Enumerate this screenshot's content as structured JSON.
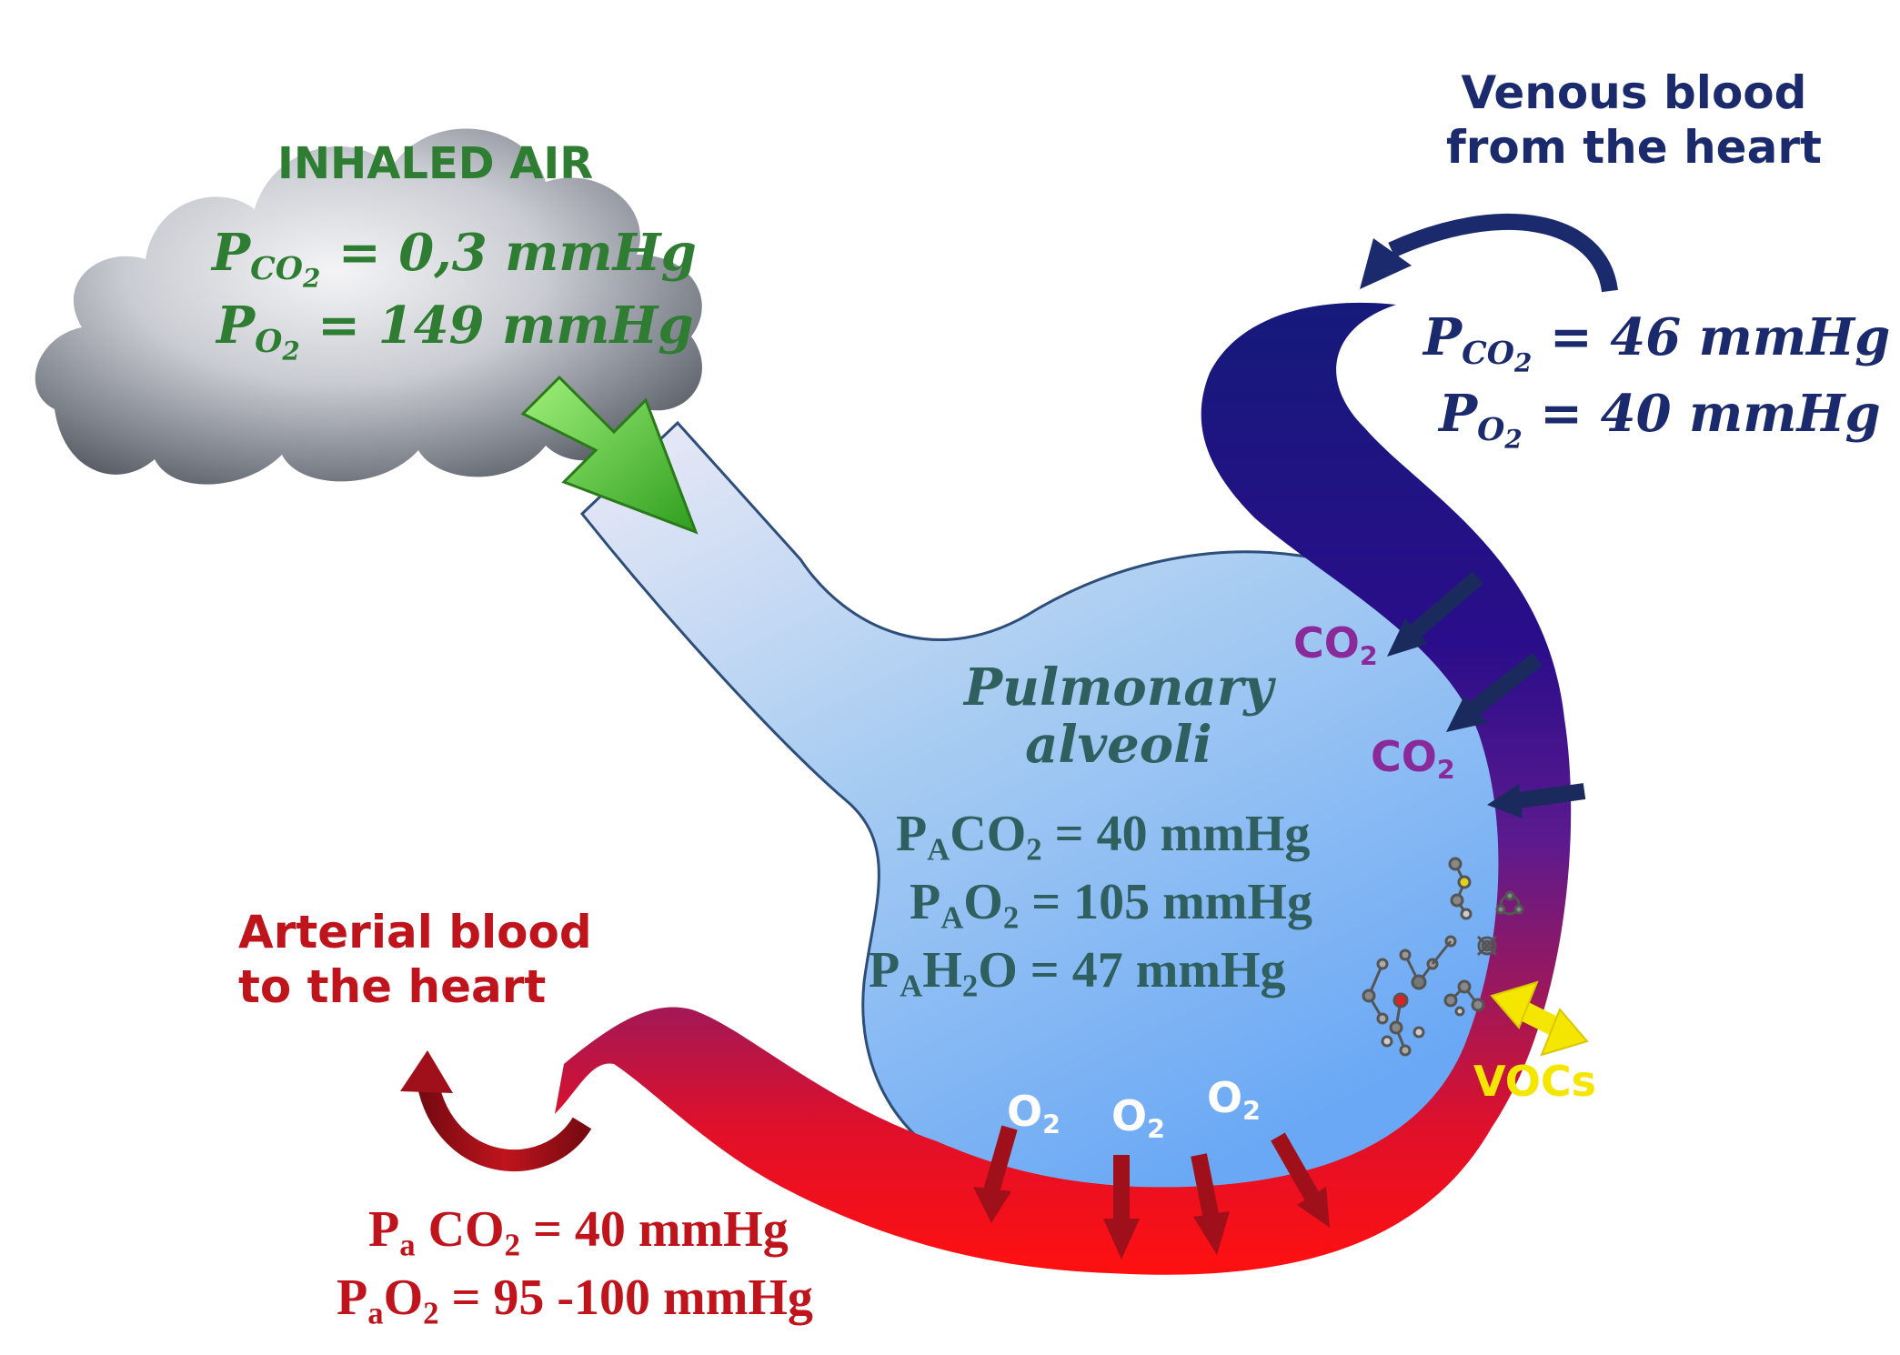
{
  "inhaled_air": {
    "title": "INHALED AIR",
    "pco2": {
      "base": "P",
      "sub": "CO",
      "sub2": "2",
      "rest": " = 0,3 mmHg"
    },
    "po2": {
      "base": "P",
      "sub": "O",
      "sub2": "2",
      "rest": " = 149 mmHg"
    }
  },
  "venous": {
    "title_line1": "Venous blood",
    "title_line2": "from the heart",
    "pco2": {
      "base": "P",
      "sub": "CO",
      "sub2": "2",
      "rest": " = 46 mmHg"
    },
    "po2": {
      "base": "P",
      "sub": "O",
      "sub2": "2",
      "rest": " = 40 mmHg"
    }
  },
  "alveoli": {
    "title_line1": "Pulmonary",
    "title_line2": "alveoli",
    "pco2": {
      "base": "P",
      "sub": "A",
      "mid": "CO",
      "sub2": "2",
      "rest": " = 40 mmHg"
    },
    "po2": {
      "base": "P",
      "sub": "A",
      "mid": "O",
      "sub2": "2",
      "rest": " = 105 mmHg"
    },
    "ph2o": {
      "base": "P",
      "sub": "A",
      "mid": "H",
      "sub2": "2",
      "rest": "O = 47 mmHg"
    }
  },
  "arterial": {
    "title_line1": "Arterial blood",
    "title_line2": "to the heart",
    "pco2": {
      "base": "P",
      "sub": "a",
      "mid": " CO",
      "sub2": "2",
      "rest": " = 40 mmHg"
    },
    "po2": {
      "base": "P",
      "sub": "a",
      "mid": "O",
      "sub2": "2",
      "rest": " = 95 -100 mmHg"
    }
  },
  "gas_labels": {
    "co2": {
      "base": "CO",
      "sub": "2"
    },
    "o2": {
      "base": "O",
      "sub": "2"
    },
    "vocs": "VOCs"
  },
  "colors": {
    "inhaled": "#2e7d32",
    "venous": "#1a2a6c",
    "alveoli_text": "#2f5f5f",
    "arterial": "#c0141c",
    "co2": "#8a2a9a",
    "o2": "#ffffff",
    "vocs": "#f5e600",
    "green_arrow": "#3cb82a"
  }
}
